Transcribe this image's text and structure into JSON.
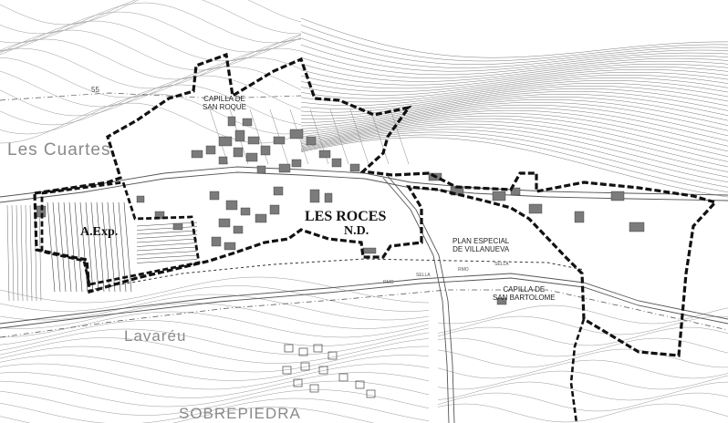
{
  "colors": {
    "contour": "#9a9a9a",
    "contour_dense": "#7a7a7a",
    "building": "#7b7b7b",
    "boundary": "#111111",
    "road": "#555555",
    "paper": "#ffffff"
  },
  "labels": {
    "les_cuartes": "Les Cuartes",
    "capilla_san_roque": [
      "CAPILLA DE",
      "SAN ROQUE"
    ],
    "les_roces": "LES ROCES",
    "nd": "N.D.",
    "aexp": "A.Exp.",
    "plan_especial": [
      "PLAN ESPECIAL",
      "DE VILLANUEVA"
    ],
    "capilla_san_bartolome": [
      "CAPILLA DE",
      "SAN BARTOLOME"
    ],
    "lavareu": "Lavaréu",
    "sobrepiedra": "SOBREPIEDRA",
    "elevation_top": "55",
    "road_labels": [
      "SELLA",
      "RMO",
      "SELLA",
      "RMO"
    ]
  }
}
